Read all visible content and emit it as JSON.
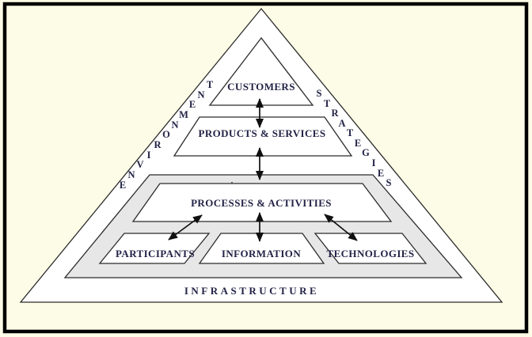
{
  "colors": {
    "background": "#FDFCE6",
    "frame": "#000000",
    "shape_fill": "#FFFFFF",
    "infrastructure_band_fill": "#E7E7E7",
    "line": "#2B2B2B",
    "text": "#232347"
  },
  "pyramid": {
    "left_edge_word": "ENVIRONMENT",
    "right_edge_word": "STRATEGIES",
    "levels": {
      "customers": "CUSTOMERS",
      "products_services": "PRODUCTS & SERVICES",
      "processes_activities": "PROCESSES & ACTIVITIES",
      "participants": "PARTICIPANTS",
      "information": "INFORMATION",
      "technologies": "TECHNOLOGIES",
      "infrastructure": "INFRASTRUCTURE"
    },
    "connections": [
      {
        "from": "CUSTOMERS",
        "to": "PRODUCTS & SERVICES",
        "bidirectional": true
      },
      {
        "from": "PRODUCTS & SERVICES",
        "to": "PROCESSES & ACTIVITIES",
        "bidirectional": true
      },
      {
        "from": "PROCESSES & ACTIVITIES",
        "to": "PARTICIPANTS",
        "bidirectional": true
      },
      {
        "from": "PROCESSES & ACTIVITIES",
        "to": "INFORMATION",
        "bidirectional": true
      },
      {
        "from": "PROCESSES & ACTIVITIES",
        "to": "TECHNOLOGIES",
        "bidirectional": true
      }
    ]
  }
}
